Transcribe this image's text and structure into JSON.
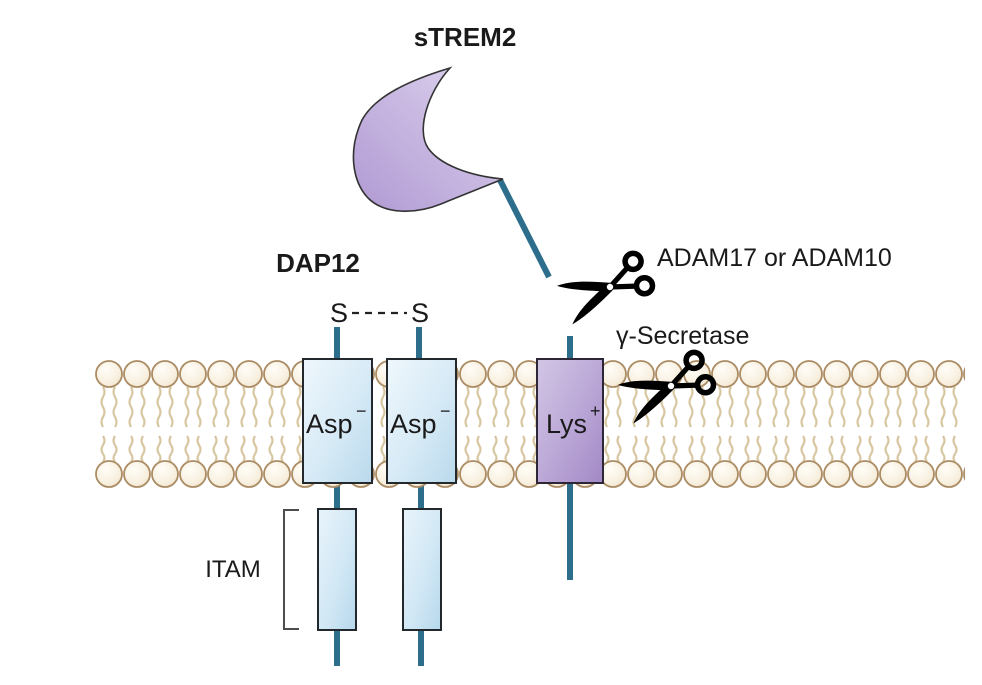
{
  "figure": {
    "labels": {
      "strem2": "sTREM2",
      "dap12": "DAP12",
      "adam": "ADAM17 or ADAM10",
      "gamma_secretase": "γ-Secretase",
      "itam": "ITAM",
      "disulfide_left": "S",
      "disulfide_right": "S"
    },
    "domains": {
      "asp1": {
        "text": "Asp",
        "sign": "−"
      },
      "asp2": {
        "text": "Asp",
        "sign": "−"
      },
      "lys": {
        "text": "Lys",
        "sign": "+"
      }
    },
    "colors": {
      "stalk": "#2d6e8d",
      "crescent": "#c3b1df",
      "tm_domain": "#cfe5f3",
      "lys_domain": "#b09ad0",
      "lipid_head": "#f7efdf",
      "lipid_outline": "#ab8c64",
      "lipid_tail": "#d8c6a0",
      "scissors": "#000000",
      "text": "#1a1a1a"
    }
  }
}
